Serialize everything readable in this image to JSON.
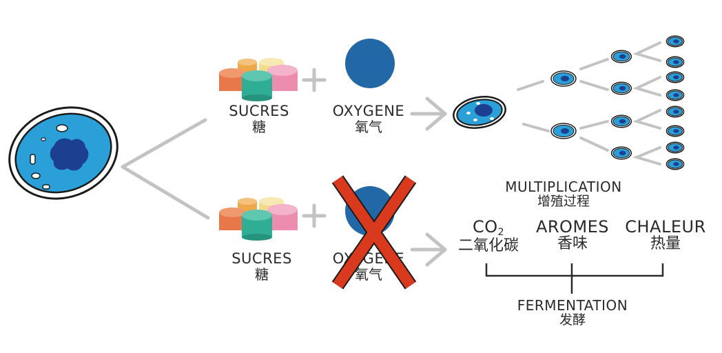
{
  "aerobic": {
    "sugar": {
      "label_fr": "SUCRES",
      "label_zh": "糖"
    },
    "oxygen": {
      "label_fr": "OXYGENE",
      "label_zh": "氧气"
    },
    "result": {
      "label_fr": "MULTIPLICATION",
      "label_zh": "增殖过程"
    }
  },
  "anaerobic": {
    "sugar": {
      "label_fr": "SUCRES",
      "label_zh": "糖"
    },
    "oxygen": {
      "label_fr": "OXYGENE",
      "label_zh": "氧气"
    },
    "products": [
      {
        "name": "co2",
        "label_fr": "CO",
        "label_sub": "2",
        "label_zh": "二氧化碳"
      },
      {
        "name": "aromes",
        "label_fr": "AROMES",
        "label_zh": "香味"
      },
      {
        "name": "chaleur",
        "label_fr": "CHALEUR",
        "label_zh": "热量"
      }
    ],
    "result": {
      "label_fr": "FERMENTATION",
      "label_zh": "发酵"
    }
  },
  "colors": {
    "cell_fill": "#2a9fd8",
    "cell_outline": "#1a1a1a",
    "nucleus": "#1d3f8f",
    "oxygen": "#2368a6",
    "arrow_gray": "#c3c3c3",
    "cross_red": "#d93a1e",
    "sugar_orange": "#e8774a",
    "sugar_yellow": "#f1dc8c",
    "sugar_teal": "#2fae95",
    "sugar_pink": "#ec8db0",
    "sugar_amber": "#f0a94a"
  }
}
